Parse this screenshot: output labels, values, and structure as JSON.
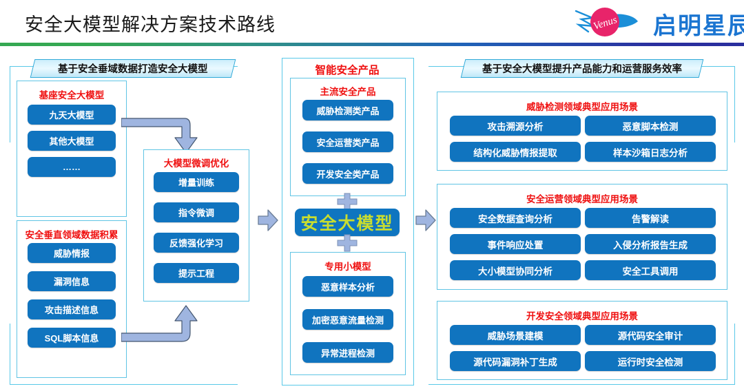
{
  "header": {
    "title": "安全大模型解决方案技术路线",
    "logo_text_latin": "Venus",
    "logo_text_cn": "启明星辰"
  },
  "colors": {
    "button_blue": "#1074bf",
    "title_red": "#ef1010",
    "banner_cyan": "#3fb8e0",
    "hero_text": "#c9dd2f",
    "arrow_blue": "#9fb5e0"
  },
  "left_column": {
    "banner": "基于安全垂域数据打造安全大模型",
    "panels": [
      {
        "title": "基座安全大模型",
        "items": [
          "九天大模型",
          "其他大模型",
          "……"
        ]
      },
      {
        "title": "安全垂直领域数据积累",
        "items": [
          "威胁情报",
          "漏洞信息",
          "攻击描述信息",
          "SQL脚本信息"
        ]
      }
    ],
    "tuning_panel": {
      "title": "大模型微调优化",
      "items": [
        "增量训练",
        "指令微调",
        "反馈强化学习",
        "提示工程"
      ]
    }
  },
  "middle_column": {
    "title": "智能安全产品",
    "panels": [
      {
        "title": "主流安全产品",
        "items": [
          "威胁检测类产品",
          "安全运营类产品",
          "开发安全类产品"
        ]
      },
      {
        "title": "专用小模型",
        "items": [
          "恶意样本分析",
          "加密恶意流量检测",
          "异常进程检测"
        ]
      }
    ],
    "hero": "安全大模型",
    "plus_symbol": "+"
  },
  "right_column": {
    "banner": "基于安全大模型提升产品能力和运营服务效率",
    "groups": [
      {
        "title": "威胁检测领域典型应用场景",
        "items": [
          "攻击溯源分析",
          "恶意脚本检测",
          "结构化威胁情报提取",
          "样本沙箱日志分析"
        ]
      },
      {
        "title": "安全运营领域典型应用场景",
        "items": [
          "安全数据查询分析",
          "告警解读",
          "事件响应处置",
          "入侵分析报告生成",
          "大小模型协同分析",
          "安全工具调用"
        ]
      },
      {
        "title": "开发安全领域典型应用场景",
        "items": [
          "威胁场景建模",
          "源代码安全审计",
          "源代码漏洞补丁生成",
          "运行时安全检测"
        ]
      }
    ]
  },
  "icons": {
    "arrow_right_1": "arrow-right-icon",
    "arrow_right_2": "arrow-right-icon",
    "elbow_down": "elbow-arrow-down-icon",
    "elbow_up": "elbow-arrow-up-icon"
  }
}
